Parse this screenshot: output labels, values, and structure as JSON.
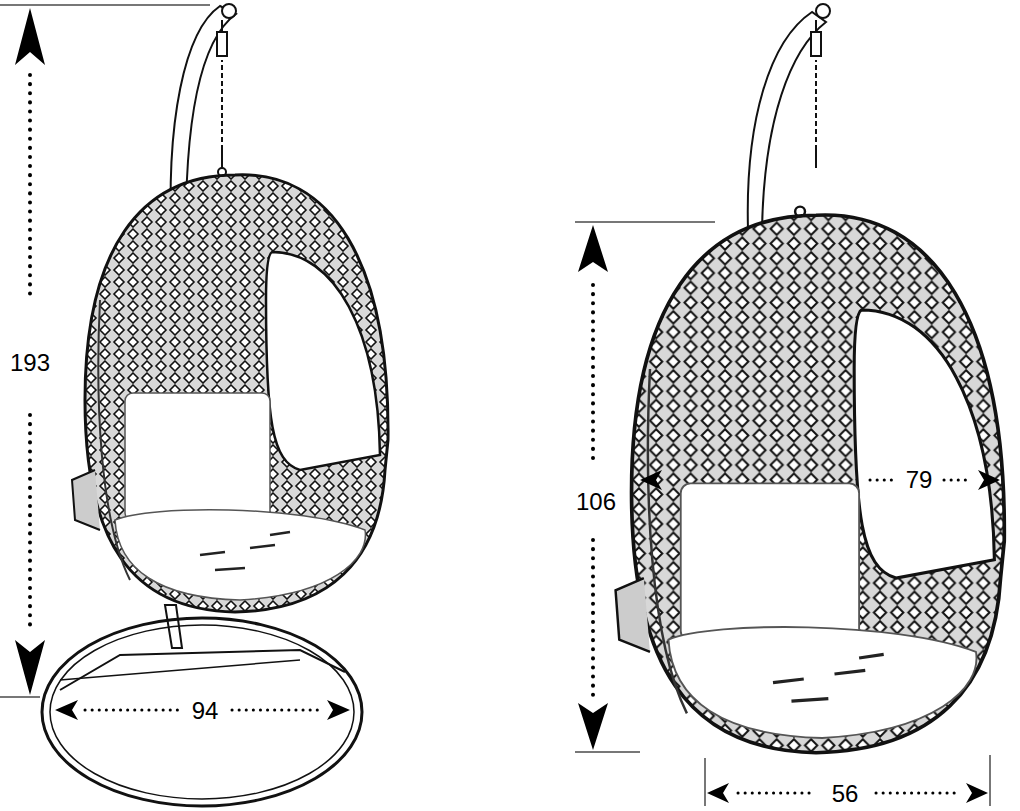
{
  "diagram": {
    "labels": [
      "193",
      "94",
      "106",
      "79",
      "56"
    ]
  }
}
